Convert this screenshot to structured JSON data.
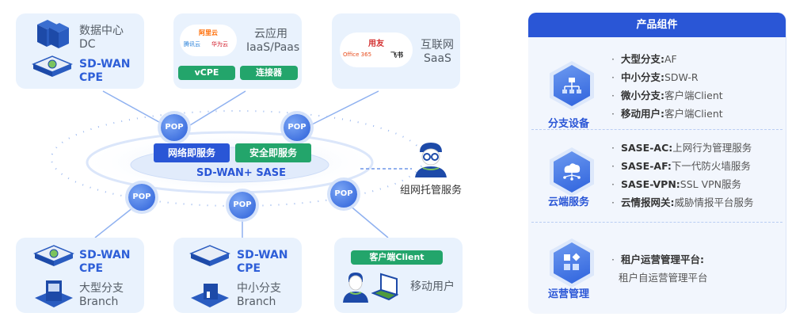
{
  "top_cards": {
    "dc": {
      "title": "数据中心",
      "subtitle": "DC",
      "device_line1": "SD-WAN",
      "device_line2": "CPE"
    },
    "cloud_app": {
      "title": "云应用",
      "subtitle": "IaaS/Paas",
      "logos": [
        "阿里云",
        "腾讯云",
        "华为云"
      ],
      "buttons": [
        "vCPE",
        "连接器"
      ]
    },
    "saas": {
      "title": "互联网",
      "subtitle": "SaaS",
      "logos": [
        "用友",
        "Office 365",
        "飞书"
      ]
    }
  },
  "center": {
    "pop_label": "POP",
    "network_service": "网络即服务",
    "security_service": "安全即服务",
    "core_label": "SD-WAN+ SASE",
    "managed_service": "组网托管服务"
  },
  "bottom_cards": {
    "large_branch": {
      "device_line1": "SD-WAN",
      "device_line2": "CPE",
      "title": "大型分支",
      "subtitle": "Branch"
    },
    "small_branch": {
      "device_line1": "SD-WAN",
      "device_line2": "CPE",
      "title": "中小分支",
      "subtitle": "Branch"
    },
    "mobile": {
      "client_button": "客户端Client",
      "title": "移动用户"
    }
  },
  "panel": {
    "header": "产品组件",
    "sections": [
      {
        "title": "分支设备",
        "icon": "org-chart-icon",
        "items": [
          {
            "key": "大型分支:",
            "value": "AF"
          },
          {
            "key": "中小分支:",
            "value": "SDW-R"
          },
          {
            "key": "微小分支:",
            "value": "客户端Client"
          },
          {
            "key": "移动用户:",
            "value": "客户端Client"
          }
        ]
      },
      {
        "title": "云端服务",
        "icon": "cloud-network-icon",
        "items": [
          {
            "key": "SASE-AC:",
            "value": "上网行为管理服务"
          },
          {
            "key": "SASE-AF:",
            "value": "下一代防火墙服务"
          },
          {
            "key": "SASE-VPN:",
            "value": "SSL VPN服务"
          },
          {
            "key": "云情报网关:",
            "value": "威胁情报平台服务"
          }
        ]
      },
      {
        "title": "运营管理",
        "icon": "dashboard-apps-icon",
        "items": [
          {
            "key": "租户运营管理平台:",
            "value": ""
          }
        ],
        "sub_text": "租户自运营管理平台"
      }
    ]
  },
  "colors": {
    "primary_blue": "#2a56d6",
    "green": "#23a56b",
    "card_bg": "#e9f2fd"
  }
}
